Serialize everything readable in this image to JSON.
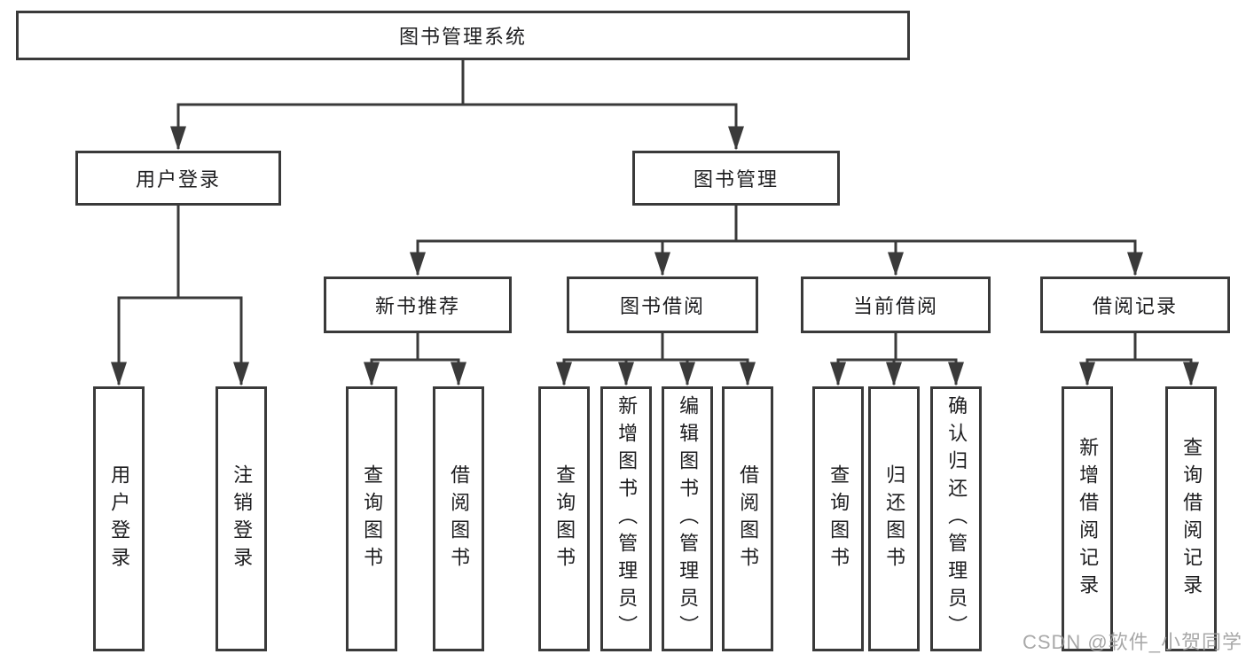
{
  "watermark": "CSDN @软件_小贺同学",
  "tree": {
    "root": "图书管理系统",
    "level2": {
      "user": "用户登录",
      "book": "图书管理"
    },
    "level3": {
      "new_book": "新书推荐",
      "borrow": "图书借阅",
      "current": "当前借阅",
      "record": "借阅记录"
    },
    "leaves": {
      "user": [
        "用户登录",
        "注销登录"
      ],
      "new_book": [
        "查询图书",
        "借阅图书"
      ],
      "borrow": [
        "查询图书",
        "新增图书（管理员）",
        "编辑图书（管理员）",
        "借阅图书"
      ],
      "current": [
        "查询图书",
        "归还图书",
        "确认归还（管理员）"
      ],
      "record": [
        "新增借阅记录",
        "查询借阅记录"
      ]
    }
  }
}
